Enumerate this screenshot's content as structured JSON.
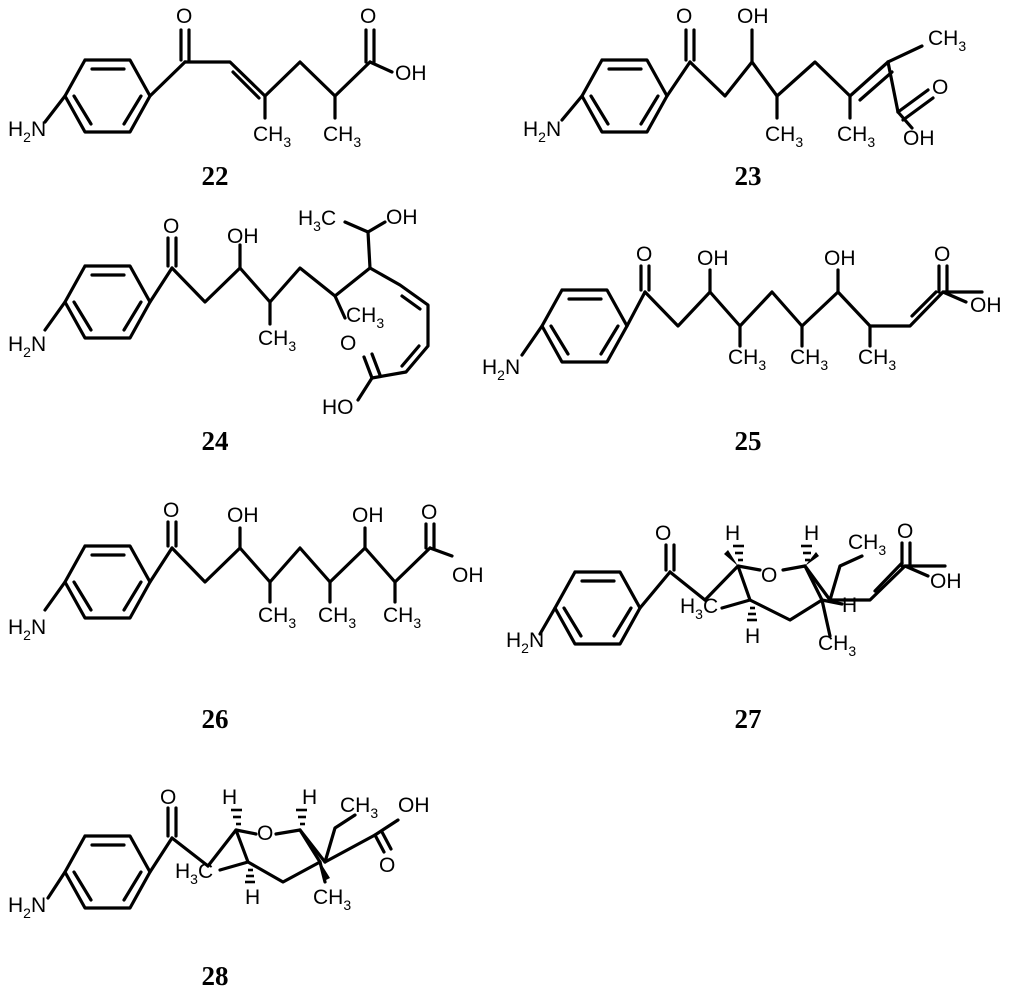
{
  "compounds": [
    {
      "number": "22"
    },
    {
      "number": "23"
    },
    {
      "number": "24"
    },
    {
      "number": "25"
    },
    {
      "number": "26"
    },
    {
      "number": "27"
    },
    {
      "number": "28"
    }
  ],
  "atoms": {
    "o": "O",
    "oh": "OH",
    "ho": "HO",
    "h": "H",
    "amine_h": "H",
    "amine_sub": "2",
    "amine_n": "N",
    "methyl_c": "CH",
    "methyl_sub": "3",
    "h3c_h": "H",
    "h3c_sub": "3",
    "h3c_c": "C"
  }
}
